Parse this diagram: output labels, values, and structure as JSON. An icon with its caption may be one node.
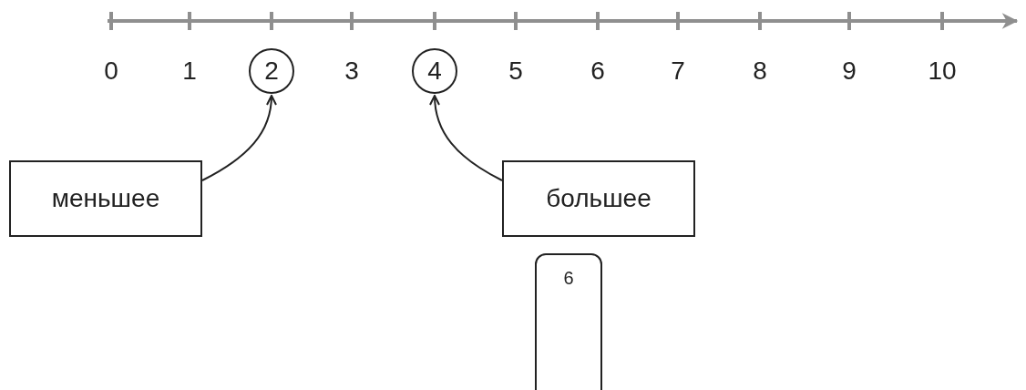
{
  "diagram": {
    "nodes": [
      {
        "text": [
          "2"
        ]
      },
      {
        "text": [
          "4"
        ]
      },
      {
        "text": [
          "меньшее"
        ]
      },
      {
        "text": [
          "большее"
        ]
      },
      {
        "text": [
          "6"
        ]
      }
    ],
    "edges": [
      {
        "from": 2,
        "to": 0,
        "arrow": "to"
      },
      {
        "from": 3,
        "to": 1,
        "arrow": "to"
      }
    ],
    "labels": [
      "0",
      "1",
      "3",
      "5",
      "6",
      "7",
      "8",
      "9",
      "10"
    ]
  }
}
